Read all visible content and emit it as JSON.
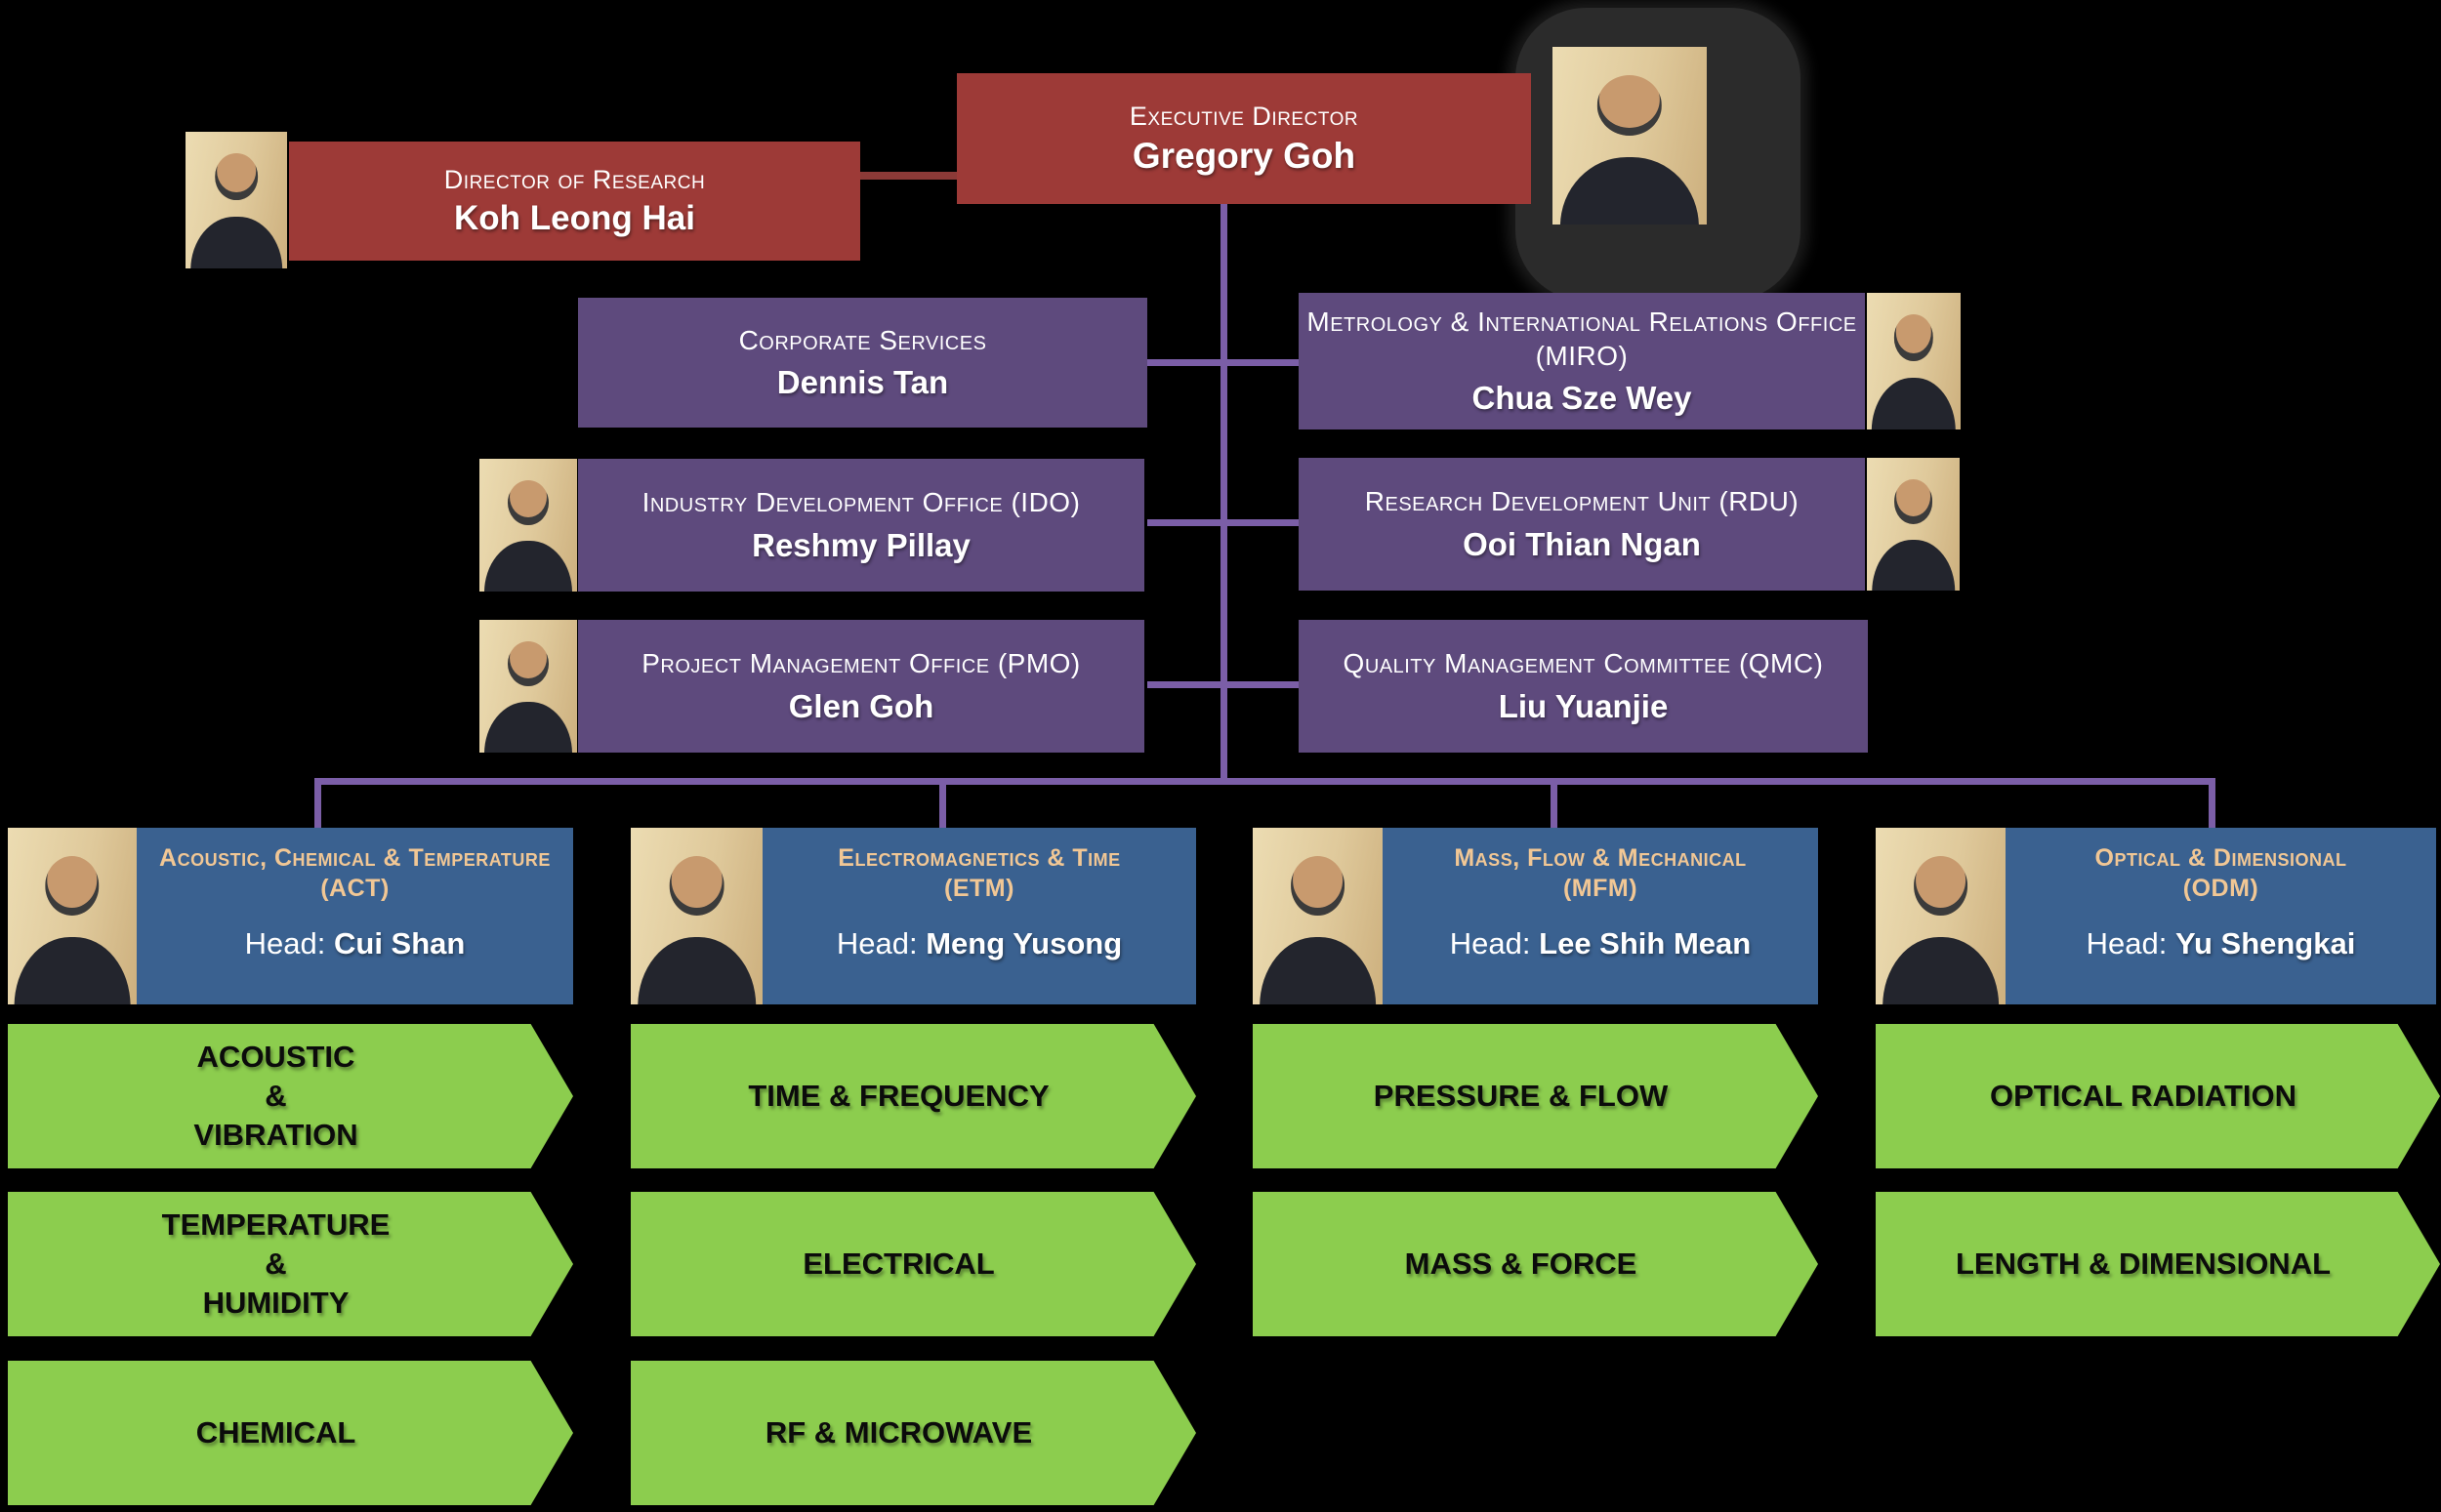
{
  "palette": {
    "background": "#000000",
    "executive_red": "#9d3a37",
    "office_purple": "#5e4a7d",
    "division_blue": "#3a6190",
    "lab_green": "#8ccd4e",
    "division_title_peach": "#f1c795",
    "connector_purple": "#7b5ea7",
    "connector_red": "#8c3a37"
  },
  "executive": {
    "title": "Executive Director",
    "name": "Gregory Goh"
  },
  "director_of_research": {
    "title": "Director of Research",
    "name": "Koh Leong Hai"
  },
  "offices": [
    {
      "title": "Corporate Services",
      "name": "Dennis Tan"
    },
    {
      "title": "Metrology & International Relations Office",
      "abbr": "(MIRO)",
      "name": "Chua Sze Wey"
    },
    {
      "title": "Industry Development Office (IDO)",
      "name": "Reshmy Pillay"
    },
    {
      "title": "Research Development Unit (RDU)",
      "name": "Ooi Thian Ngan"
    },
    {
      "title": "Project Management Office (PMO)",
      "name": "Glen Goh"
    },
    {
      "title": "Quality Management Committee (QMC)",
      "name": "Liu Yuanjie"
    }
  ],
  "labels": {
    "head": "Head:"
  },
  "divisions": [
    {
      "title": "Acoustic, Chemical & Temperature",
      "abbr": "(ACT)",
      "head_name": "Cui Shan",
      "labs": [
        "ACOUSTIC\n&\nVIBRATION",
        "TEMPERATURE\n&\nHUMIDITY",
        "CHEMICAL"
      ]
    },
    {
      "title": "Electromagnetics & Time",
      "abbr": "(ETM)",
      "head_name": "Meng Yusong",
      "labs": [
        "TIME & FREQUENCY",
        "ELECTRICAL",
        "RF & MICROWAVE"
      ]
    },
    {
      "title": "Mass, Flow & Mechanical",
      "abbr": "(MFM)",
      "head_name": "Lee Shih Mean",
      "labs": [
        "PRESSURE & FLOW",
        "MASS & FORCE"
      ]
    },
    {
      "title": "Optical & Dimensional",
      "abbr": "(ODM)",
      "head_name": "Yu Shengkai",
      "labs": [
        "OPTICAL RADIATION",
        "LENGTH & DIMENSIONAL"
      ]
    }
  ]
}
